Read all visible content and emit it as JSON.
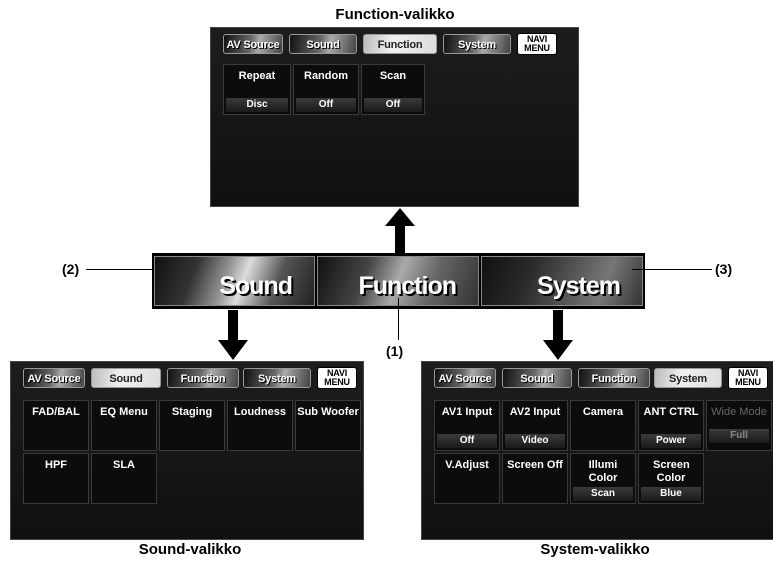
{
  "captions": {
    "function": "Function-valikko",
    "sound": "Sound-valikko",
    "system": "System-valikko"
  },
  "pointers": {
    "p1": "(1)",
    "p2": "(2)",
    "p3": "(3)"
  },
  "main_bar": {
    "sound": "Sound",
    "function": "Function",
    "system": "System"
  },
  "tabs": {
    "av_source": "AV Source",
    "sound": "Sound",
    "function": "Function",
    "system": "System",
    "navi": "NAVI MENU"
  },
  "function_menu": {
    "items": [
      {
        "label": "Repeat",
        "value": "Disc"
      },
      {
        "label": "Random",
        "value": "Off"
      },
      {
        "label": "Scan",
        "value": "Off"
      }
    ]
  },
  "sound_menu": {
    "items": [
      {
        "label": "FAD/BAL"
      },
      {
        "label": "EQ Menu"
      },
      {
        "label": "Staging"
      },
      {
        "label": "Loudness"
      },
      {
        "label": "Sub Woofer"
      },
      {
        "label": "HPF"
      },
      {
        "label": "SLA"
      }
    ]
  },
  "system_menu": {
    "items": [
      {
        "label": "AV1 Input",
        "value": "Off"
      },
      {
        "label": "AV2 Input",
        "value": "Video"
      },
      {
        "label": "Camera"
      },
      {
        "label": "ANT CTRL",
        "value": "Power"
      },
      {
        "label": "Wide Mode",
        "value": "Full"
      },
      {
        "label": "V.Adjust"
      },
      {
        "label": "Screen Off"
      },
      {
        "label": "Illumi Color",
        "value": "Scan"
      },
      {
        "label": "Screen Color",
        "value": "Blue"
      }
    ]
  }
}
